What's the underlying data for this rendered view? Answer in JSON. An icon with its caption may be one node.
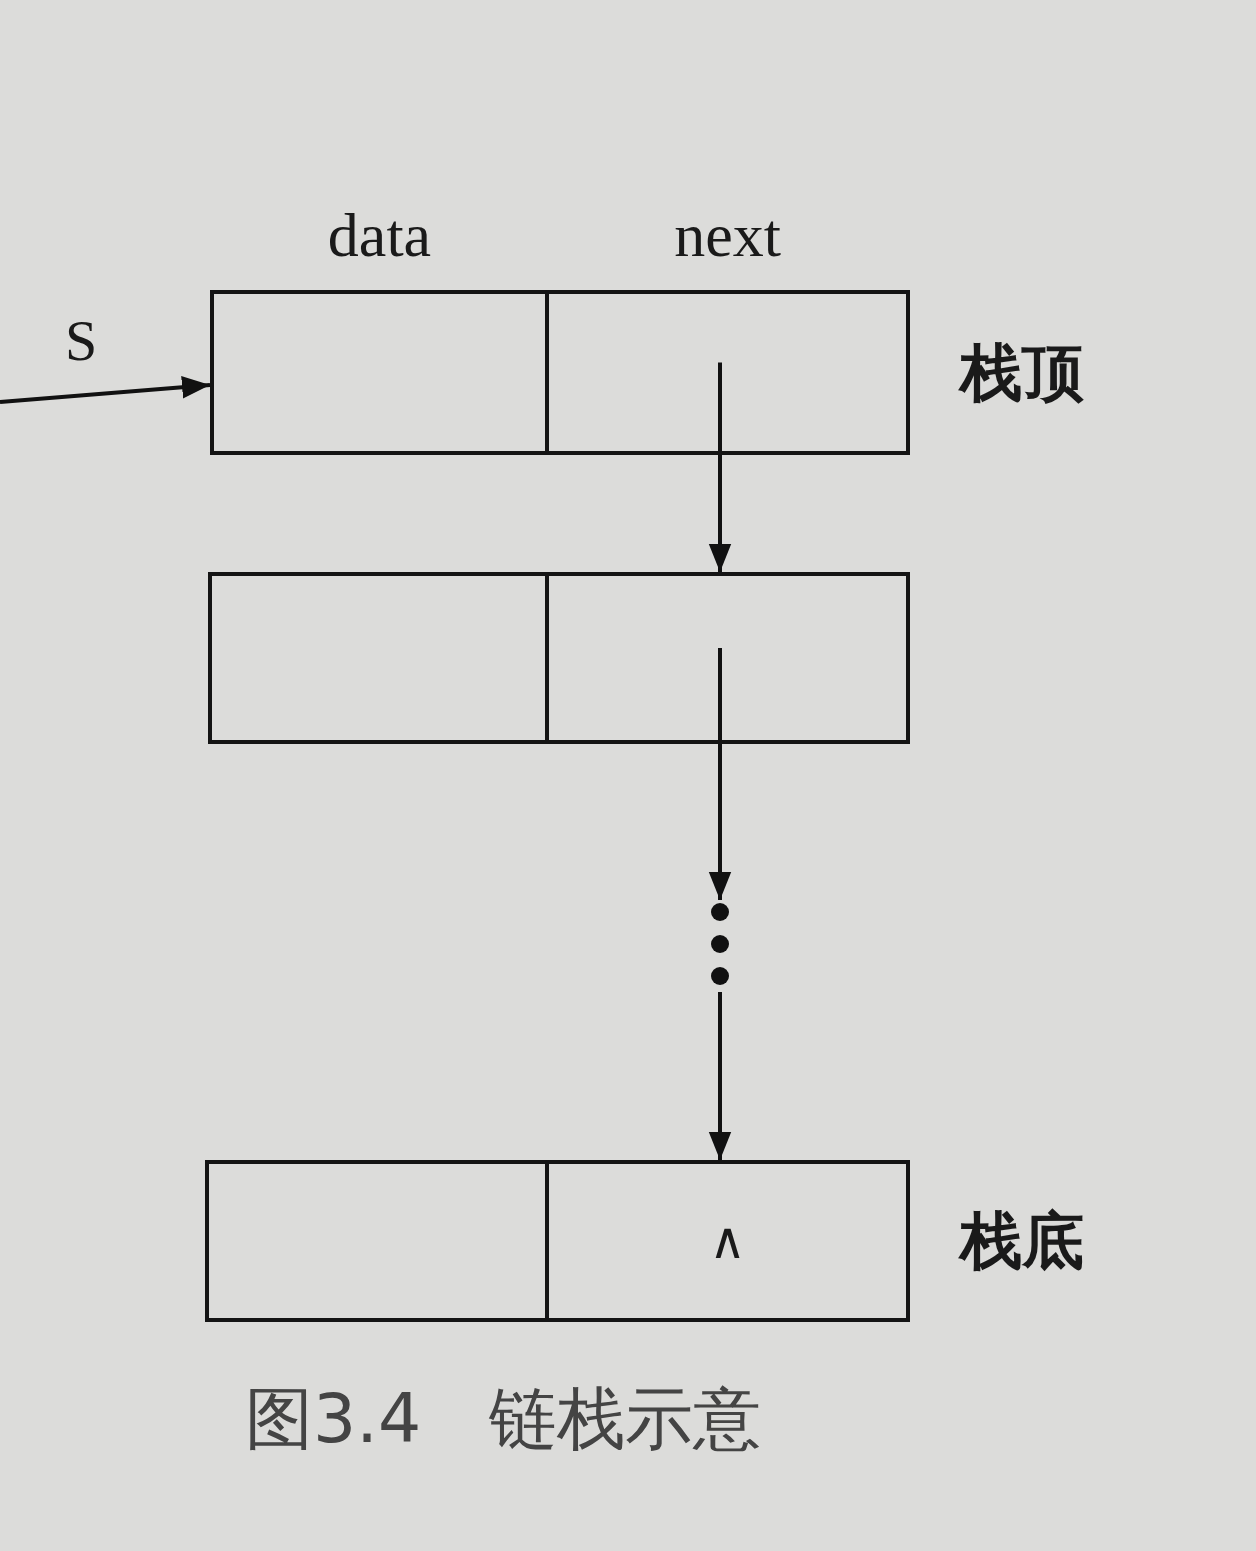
{
  "diagram": {
    "caption": "图3.4　链栈示意",
    "nodes": [
      {
        "text": [
          "data"
        ]
      },
      {
        "text": [
          "next"
        ],
        "beside": [
          "栈顶"
        ]
      },
      {
        "text": [],
        "shape": "box"
      },
      {
        "text": [],
        "shape": "box"
      },
      {
        "text": [],
        "shape": "dots"
      },
      {
        "text": [],
        "shape": "box"
      },
      {
        "text": [
          "∧"
        ],
        "beside": [
          "栈底"
        ]
      }
    ],
    "edges": [
      {
        "from": null,
        "to": 0,
        "arrow": "to",
        "label": "S"
      },
      {
        "from": 1,
        "to": 3,
        "arrow": "to"
      },
      {
        "from": 3,
        "to": 4,
        "arrow": "to"
      },
      {
        "from": 4,
        "to": 6,
        "arrow": "to"
      }
    ]
  }
}
